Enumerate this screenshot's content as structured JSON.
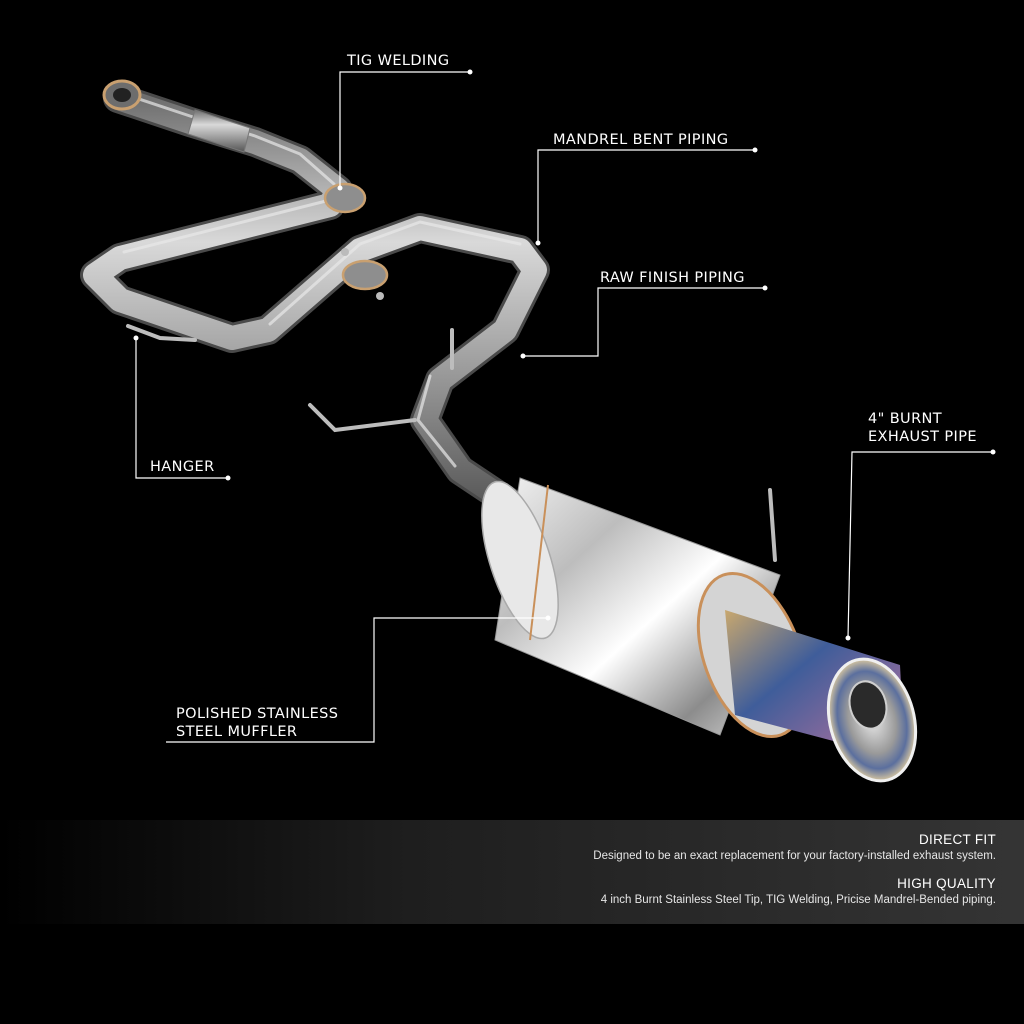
{
  "callouts": {
    "tig_welding": "TIG WELDING",
    "mandrel_bent": "MANDREL BENT PIPING",
    "raw_finish": "RAW FINISH PIPING",
    "exhaust_pipe_line1": "4\" BURNT",
    "exhaust_pipe_line2": "EXHAUST PIPE",
    "hanger": "HANGER",
    "muffler_line1": "POLISHED STAINLESS",
    "muffler_line2": "STEEL MUFFLER"
  },
  "info": {
    "direct_fit_heading": "DIRECT FIT",
    "direct_fit_text": "Designed to be an exact replacement for your factory-installed exhaust system.",
    "high_quality_heading": "HIGH QUALITY",
    "high_quality_text": "4 inch Burnt Stainless Steel Tip, TIG Welding, Pricise Mandrel-Bended piping."
  },
  "colors": {
    "background": "#000000",
    "callout_line": "#ffffff",
    "pipe": "#a9a9a9",
    "burnt_tip": "#3f5d9a"
  }
}
